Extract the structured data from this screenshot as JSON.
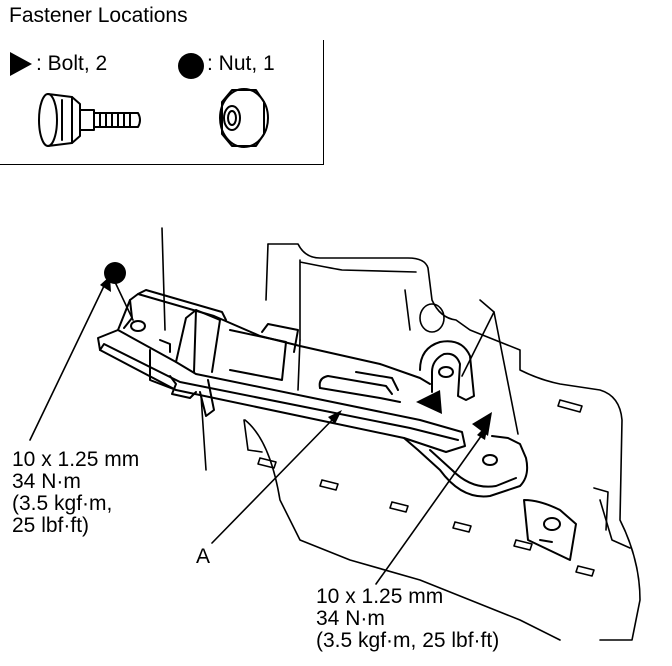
{
  "legend": {
    "title": "Fastener Locations",
    "bolt_label": ": Bolt, 2",
    "nut_label": ": Nut, 1"
  },
  "callouts": {
    "left_spec": [
      "10 x 1.25 mm",
      "34 N·m",
      "(3.5 kgf·m,",
      "25 lbf·ft)"
    ],
    "bottom_spec": [
      "10 x 1.25 mm",
      "34 N·m",
      "(3.5 kgf·m, 25 lbf·ft)"
    ],
    "part_label": "A"
  },
  "icons": {
    "bolt_symbol": "triangle-icon",
    "nut_symbol": "filled-circle-icon"
  },
  "colors": {
    "line": "#000000",
    "background": "#ffffff"
  }
}
